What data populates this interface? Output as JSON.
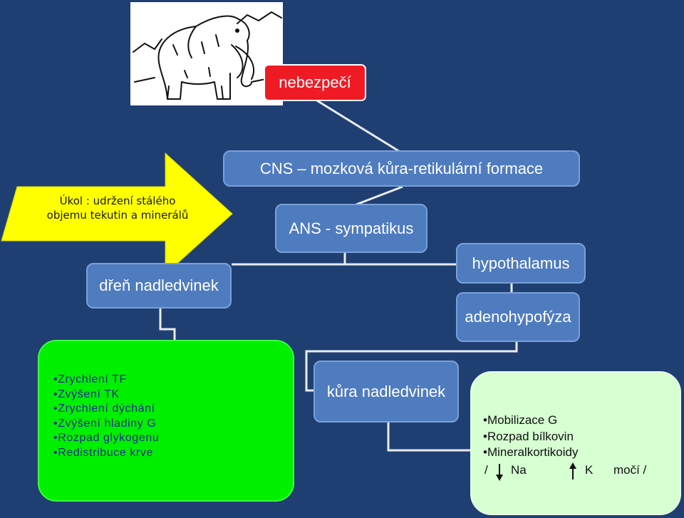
{
  "danger_label": "nebezpečí",
  "task_text_line1": "Úkol : udržení stálého",
  "task_text_line2": "objemu tekutin a minerálů",
  "nodes": {
    "cns": "CNS – mozková kůra-retikulární formace",
    "ans": "ANS - sympatikus",
    "hypothalamus": "hypothalamus",
    "adenohypofyza": "adenohypofýza",
    "dren": "dřeň nadledvinek",
    "kura": "kůra nadledvinek"
  },
  "medulla_effects": [
    "Zrychlení TF",
    "Zvýšení TK",
    "Zrychlení dýchání",
    "Zvýšení hladiny G",
    "Rozpad glykogenu",
    "Redistribuce krve"
  ],
  "cortex_effects": [
    "Mobilizace G",
    "Rozpad bílkovin",
    "Mineralkortikoidy"
  ],
  "cortex_last_line": {
    "slash1": "/",
    "na": "Na",
    "k": "K",
    "moci": "močí /"
  },
  "colors": {
    "background": "#1f3f73",
    "node_fill": "#4f7bbf",
    "danger": "#ef1b24",
    "arrow": "#ffff00",
    "green_box": "#00f000",
    "light_box": "#d6ffd2"
  },
  "icons": [
    "mammoth-illustration",
    "up-arrow-icon",
    "down-arrow-icon"
  ]
}
